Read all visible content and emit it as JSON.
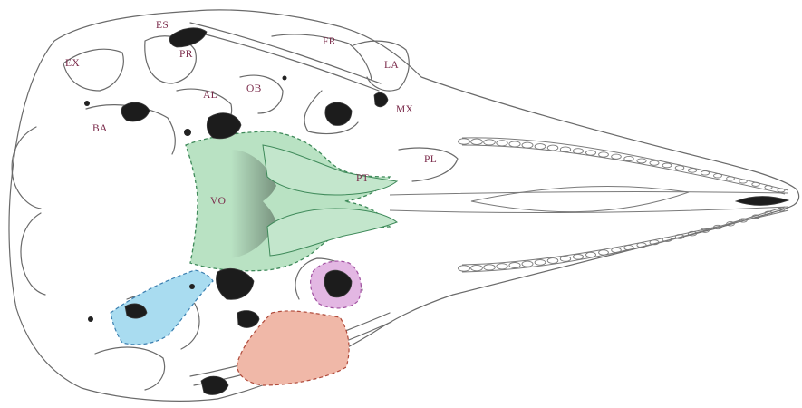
{
  "labels": {
    "es": "ES",
    "fr": "FR",
    "ex": "EX",
    "pr": "PR",
    "la": "LA",
    "al": "AL",
    "ob": "OB",
    "mx": "MX",
    "ba": "BA",
    "pl": "PL",
    "pt": "PT",
    "vo": "VO"
  },
  "colors": {
    "vomer": "#b9e2c3",
    "vomer_stroke": "#3f8a5a",
    "pterygoid": "#c3e6cc",
    "blue_region": "#a9dcf0",
    "blue_stroke": "#3b7fb0",
    "red_region": "#f0b8a8",
    "red_stroke": "#b04a3a",
    "pink_ring": "#e3b7e3",
    "pink_stroke": "#a050a0",
    "label": "#7a2a4a"
  }
}
